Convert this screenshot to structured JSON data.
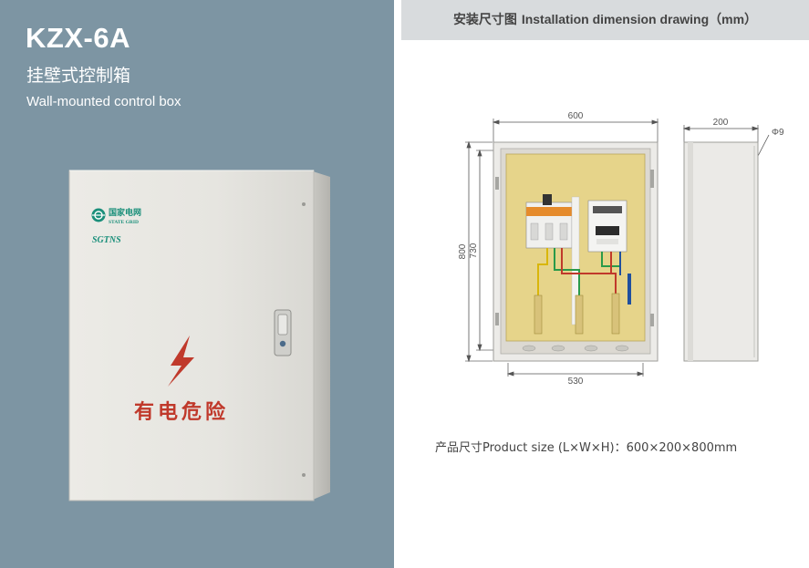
{
  "left_panel": {
    "model": "KZX-6A",
    "name_cn": "挂壁式控制箱",
    "name_en": "Wall-mounted control box",
    "background_color": "#7d95a3",
    "cabinet": {
      "logo_cn": "国家电网",
      "logo_en": "STATE GRID",
      "logo_sub": "SGTNS",
      "warning_icon": "lightning-bolt-icon",
      "warning_text": "有电危险",
      "warning_color": "#c0392b"
    }
  },
  "right_panel": {
    "header": {
      "title_cn": "安装尺寸图",
      "title_en": "Installation dimension drawing（mm）"
    },
    "dimensions": {
      "width": "600",
      "depth": "200",
      "hole": "Φ9",
      "height": "800",
      "inner_height": "730",
      "inner_width": "530"
    },
    "product_size": {
      "label": "产品尺寸Product size (L×W×H)：",
      "value": "600×200×800mm"
    }
  }
}
